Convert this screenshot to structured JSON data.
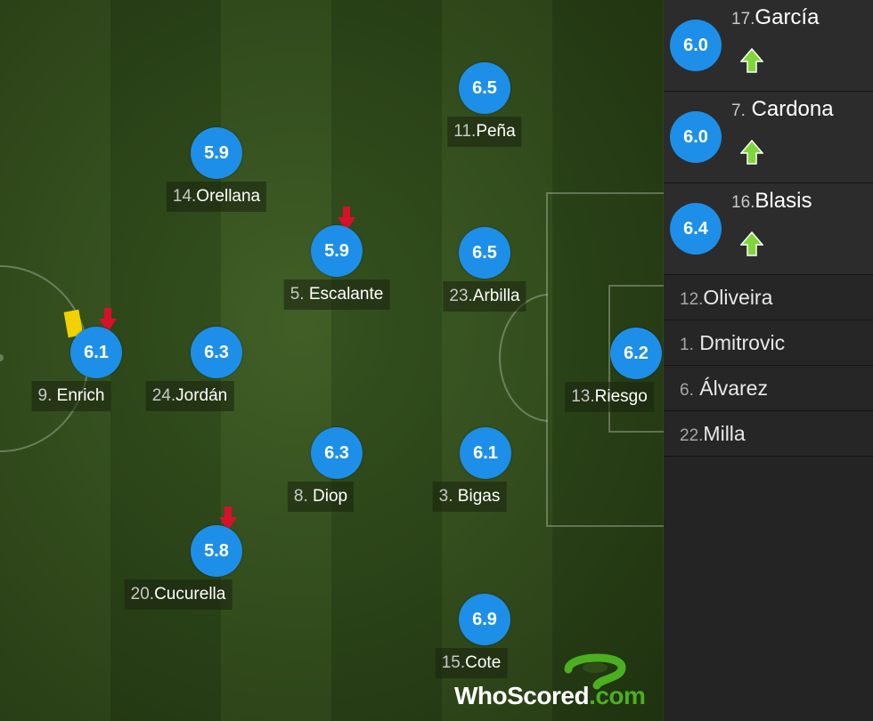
{
  "players": [
    {
      "id": "orellana",
      "number": "14.",
      "name": "Orellana",
      "rating": "5.9",
      "events": []
    },
    {
      "id": "pena",
      "number": "11.",
      "name": "Peña",
      "rating": "6.5",
      "events": []
    },
    {
      "id": "escalante",
      "number": "5.",
      "name": "Escalante",
      "rating": "5.9",
      "events": [
        "subbed-off"
      ]
    },
    {
      "id": "arbilla",
      "number": "23.",
      "name": "Arbilla",
      "rating": "6.5",
      "events": []
    },
    {
      "id": "enrich",
      "number": "9.",
      "name": "Enrich",
      "rating": "6.1",
      "events": [
        "yellow-card",
        "subbed-off"
      ]
    },
    {
      "id": "jordan",
      "number": "24.",
      "name": "Jordán",
      "rating": "6.3",
      "events": []
    },
    {
      "id": "riesgo",
      "number": "13.",
      "name": "Riesgo",
      "rating": "6.2",
      "events": []
    },
    {
      "id": "diop",
      "number": "8.",
      "name": "Diop",
      "rating": "6.3",
      "events": []
    },
    {
      "id": "bigas",
      "number": "3.",
      "name": "Bigas",
      "rating": "6.1",
      "events": []
    },
    {
      "id": "cucurella",
      "number": "20.",
      "name": "Cucurella",
      "rating": "5.8",
      "events": [
        "subbed-off"
      ]
    },
    {
      "id": "cote",
      "number": "15.",
      "name": "Cote",
      "rating": "6.9",
      "events": []
    }
  ],
  "substitutes_used": [
    {
      "number": "17.",
      "name": "García",
      "rating": "6.0",
      "icon": "sub-on-arrow-icon"
    },
    {
      "number": "7.",
      "name": "Cardona",
      "rating": "6.0",
      "icon": "sub-on-arrow-icon"
    },
    {
      "number": "16.",
      "name": "Blasis",
      "rating": "6.4",
      "icon": "sub-on-arrow-icon"
    }
  ],
  "bench_unused": [
    {
      "number": "12.",
      "name": "Oliveira"
    },
    {
      "number": "1.",
      "name": "Dmitrovic"
    },
    {
      "number": "6.",
      "name": "Álvarez"
    },
    {
      "number": "22.",
      "name": "Milla"
    }
  ],
  "logo": {
    "text_main": "WhoScored",
    "text_suffix": ".com"
  },
  "colors": {
    "rating_bubble": "#1d8fe8",
    "pitch_light": "#3a5a1f",
    "pitch_dark": "#2f4d18",
    "sub_off_arrow": "#d8102a",
    "sub_on_arrow": "#7ed63a",
    "yellow_card": "#f1d100"
  }
}
